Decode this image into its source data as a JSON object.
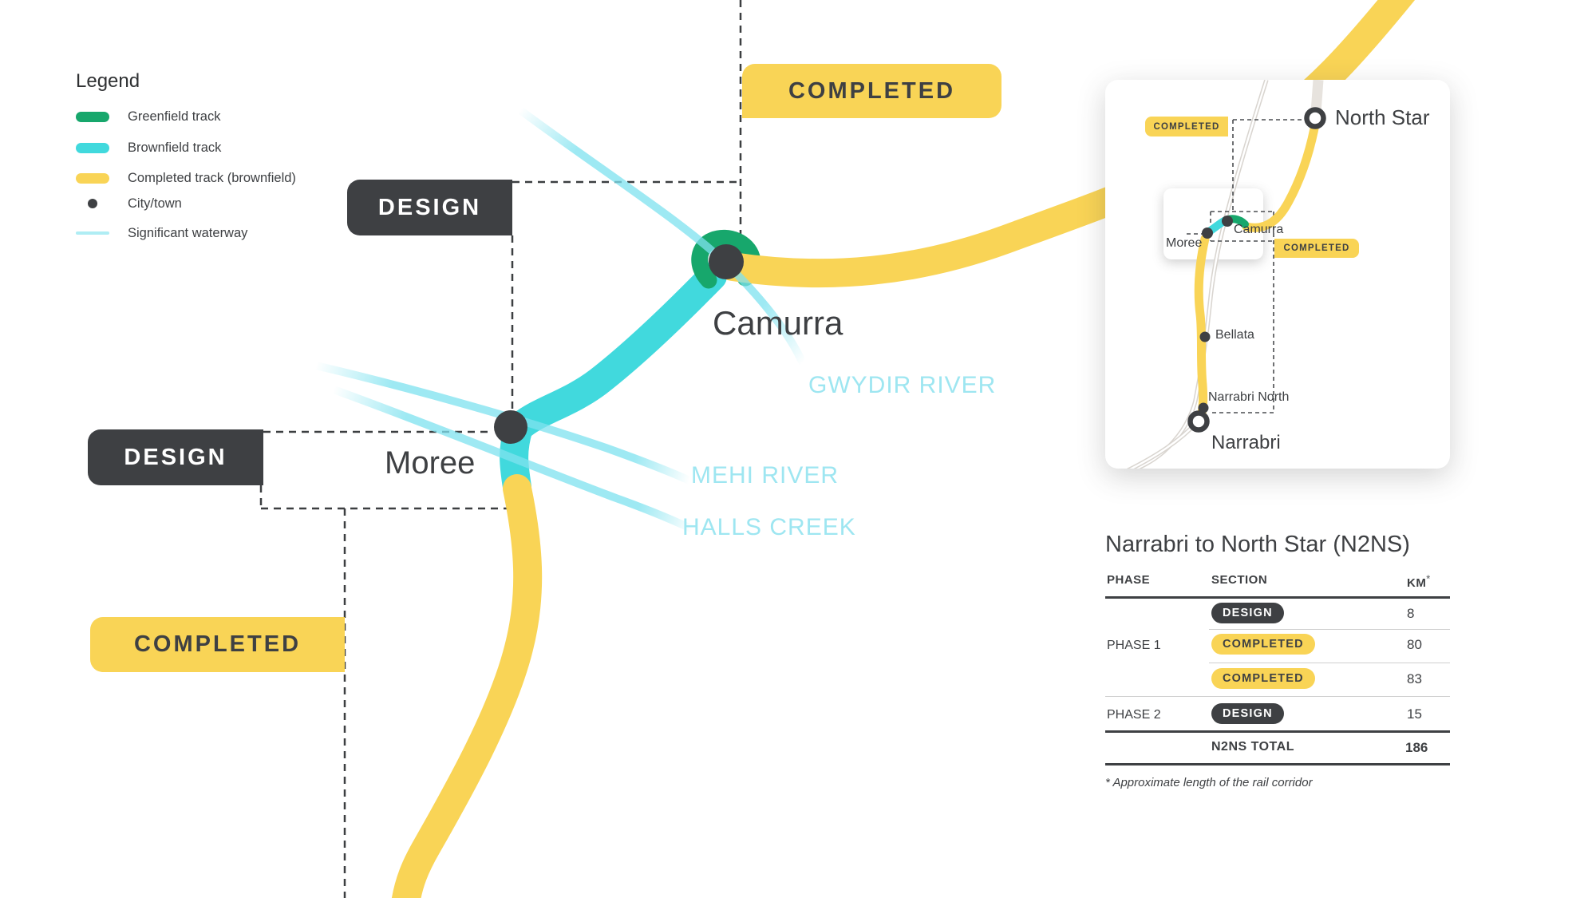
{
  "legend": {
    "title": "Legend",
    "items": [
      {
        "label": "Greenfield track",
        "swatch": "greenfield-pill"
      },
      {
        "label": "Brownfield track",
        "swatch": "brownfield-pill"
      },
      {
        "label": "Completed track (brownfield)",
        "swatch": "completed-pill"
      },
      {
        "label": "City/town",
        "swatch": "city-dot"
      },
      {
        "label": "Significant waterway",
        "swatch": "waterway-line"
      }
    ]
  },
  "map": {
    "badges": {
      "design": "DESIGN",
      "completed": "COMPLETED"
    },
    "towns": {
      "camurra": "Camurra",
      "moree": "Moree"
    },
    "waterways": {
      "gwydir": "GWYDIR RIVER",
      "mehi": "MEHI RIVER",
      "halls": "HALLS CREEK"
    }
  },
  "inset": {
    "places": {
      "north_star": "North Star",
      "camurra": "Camurra",
      "moree": "Moree",
      "bellata": "Bellata",
      "narrabri_north": "Narrabri North",
      "narrabri": "Narrabri"
    },
    "badges": {
      "completed_top": "COMPLETED",
      "completed_mid": "COMPLETED"
    }
  },
  "panel": {
    "title": "Narrabri to North Star (N2NS)",
    "columns": {
      "phase": "PHASE",
      "section": "SECTION",
      "km": "KM",
      "km_note_symbol": "*"
    },
    "rows": [
      {
        "phase": "",
        "section": "DESIGN",
        "type": "design",
        "km": "8"
      },
      {
        "phase": "PHASE 1",
        "section": "COMPLETED",
        "type": "completed",
        "km": "80"
      },
      {
        "phase": "",
        "section": "COMPLETED",
        "type": "completed",
        "km": "83"
      },
      {
        "phase": "PHASE 2",
        "section": "DESIGN",
        "type": "design",
        "km": "15"
      }
    ],
    "total": {
      "label": "N2NS TOTAL",
      "km": "186"
    },
    "footnote": "* Approximate length of the rail corridor"
  },
  "colors": {
    "yellow": "#F9D456",
    "green": "#17A76C",
    "cyan": "#41D9DD",
    "dark": "#3E4043",
    "waterway": "#7EE2EF",
    "waterway_label": "#9EE6F1",
    "road": "#D9D5D0"
  }
}
